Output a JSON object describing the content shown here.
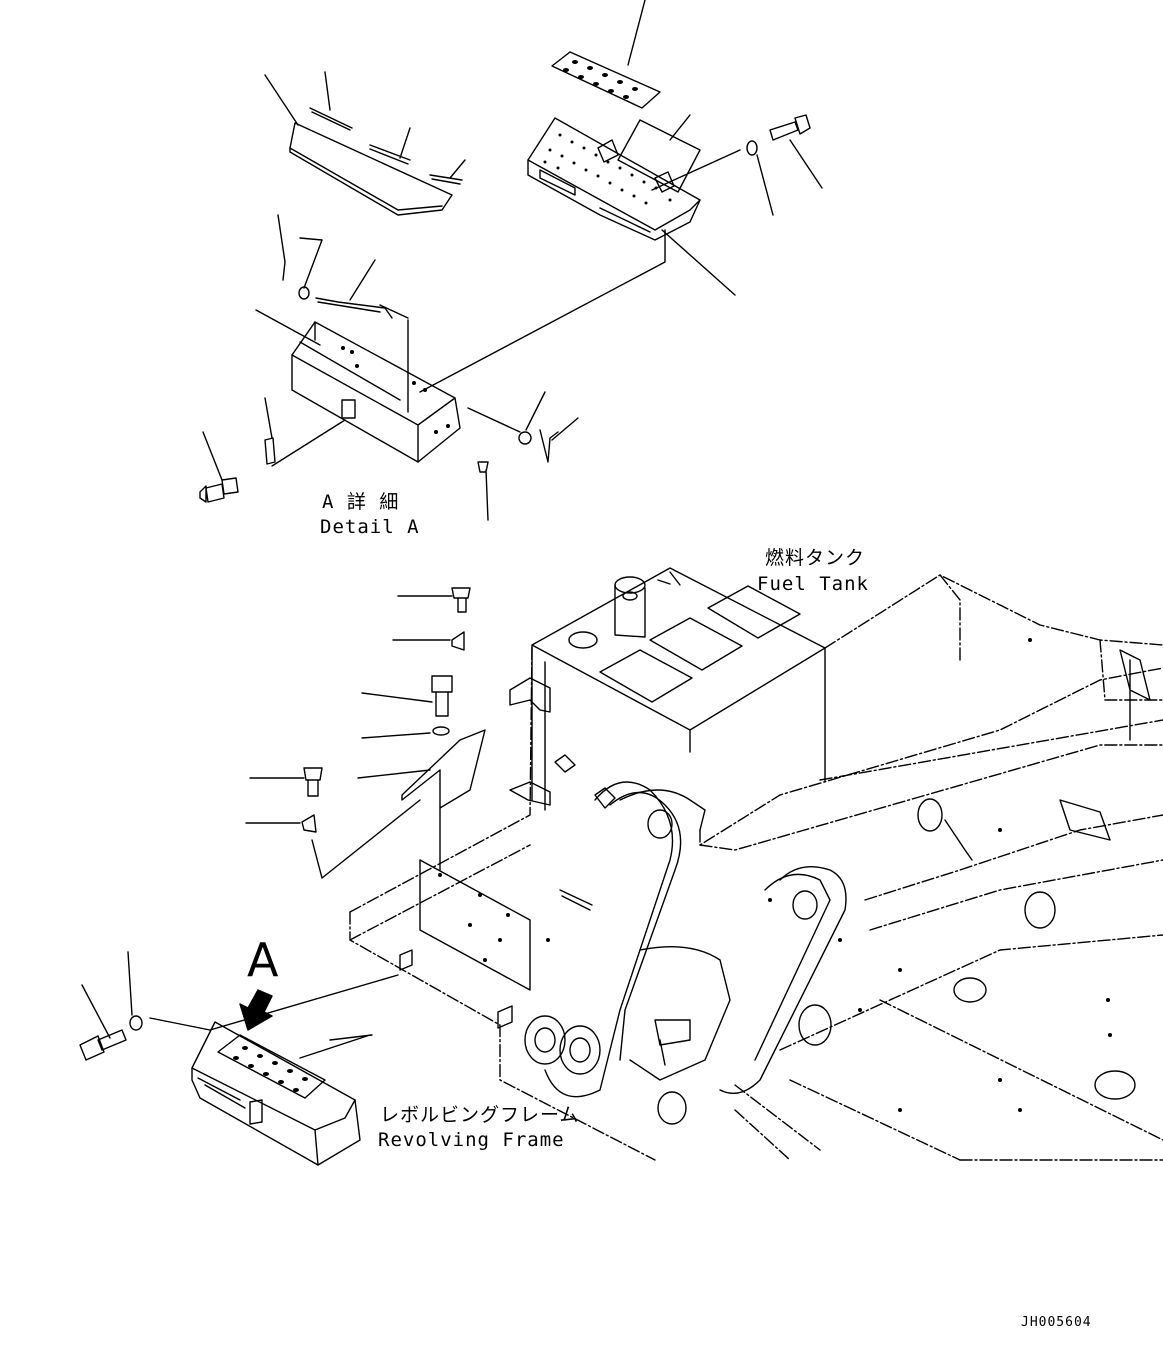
{
  "labels": {
    "detail_a_jp": "A 詳 細",
    "detail_a_en": "Detail A",
    "fuel_tank_jp": "燃料タンク",
    "fuel_tank_en": "Fuel Tank",
    "frame_jp": "レボルビングフレーム",
    "frame_en": "Revolving Frame",
    "view_letter": "A",
    "drawing_code": "JH005604"
  },
  "colors": {
    "line": "#000000",
    "background": "#ffffff"
  }
}
